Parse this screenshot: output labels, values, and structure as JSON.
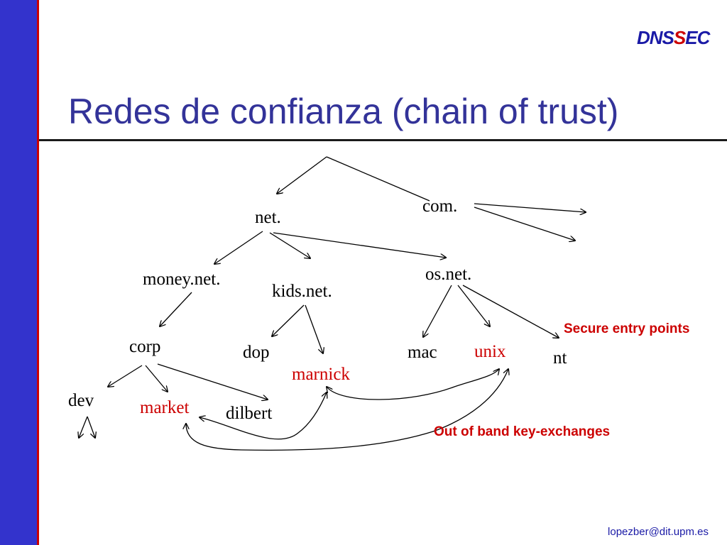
{
  "slide": {
    "title": "Redes de confianza (chain of trust)",
    "logo": {
      "part1": "DNS",
      "part2": "S",
      "part3": "EC"
    },
    "footer_email": "lopezber@dit.upm.es"
  },
  "diagram": {
    "nodes": {
      "com": "com.",
      "net": "net.",
      "money_net": "money.net.",
      "kids_net": "kids.net.",
      "os_net": "os.net.",
      "corp": "corp",
      "dop": "dop",
      "marnick": "marnick",
      "mac": "mac",
      "unix": "unix",
      "nt": "nt",
      "dev": "dev",
      "market": "market",
      "dilbert": "dilbert"
    },
    "annotations": {
      "secure_entry_points": "Secure entry points",
      "out_of_band": "Out of band key-exchanges"
    }
  },
  "colors": {
    "sidebar": "#3333cc",
    "sidebar_edge": "#cc0000",
    "title": "#333399",
    "highlight": "#cc0000",
    "footer": "#1a1aa6"
  }
}
